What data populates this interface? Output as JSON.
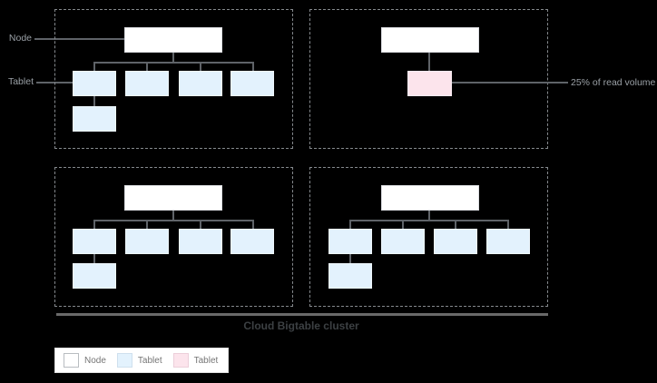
{
  "labels": {
    "node": "Node",
    "tablet": "Tablet",
    "hot_tablet_note": "25% of read volume",
    "cluster": "Cloud Bigtable cluster"
  },
  "colors": {
    "background": "#000000",
    "node_fill": "#ffffff",
    "node_border": "#dadce0",
    "tablet_fill": "#e3f2fd",
    "tablet_border": "#edf6fc",
    "hot_tablet_fill": "#fce4ec",
    "hot_tablet_border": "#f8eaf0",
    "connector": "#5f6368",
    "dashed_border": "#85898d",
    "label_text": "#9aa0a6",
    "cluster_text": "#3c4043",
    "legend_text": "#757575",
    "cluster_line": "#696969"
  },
  "legend": {
    "items": [
      {
        "label": "Node",
        "color": "#ffffff",
        "border": "#b9bdc1"
      },
      {
        "label": "Tablet",
        "color": "#e3f2fd",
        "border": "#cfe0ee"
      },
      {
        "label": "Tablet",
        "color": "#fce4ec",
        "border": "#eccfda"
      }
    ]
  },
  "diagram": {
    "quadrants": [
      {
        "position": "top-left",
        "has_node": true,
        "tablets": 5,
        "hot_tablets": 0
      },
      {
        "position": "top-right",
        "has_node": true,
        "tablets": 0,
        "hot_tablets": 1
      },
      {
        "position": "bottom-left",
        "has_node": true,
        "tablets": 5,
        "hot_tablets": 0
      },
      {
        "position": "bottom-right",
        "has_node": true,
        "tablets": 5,
        "hot_tablets": 0
      }
    ]
  }
}
